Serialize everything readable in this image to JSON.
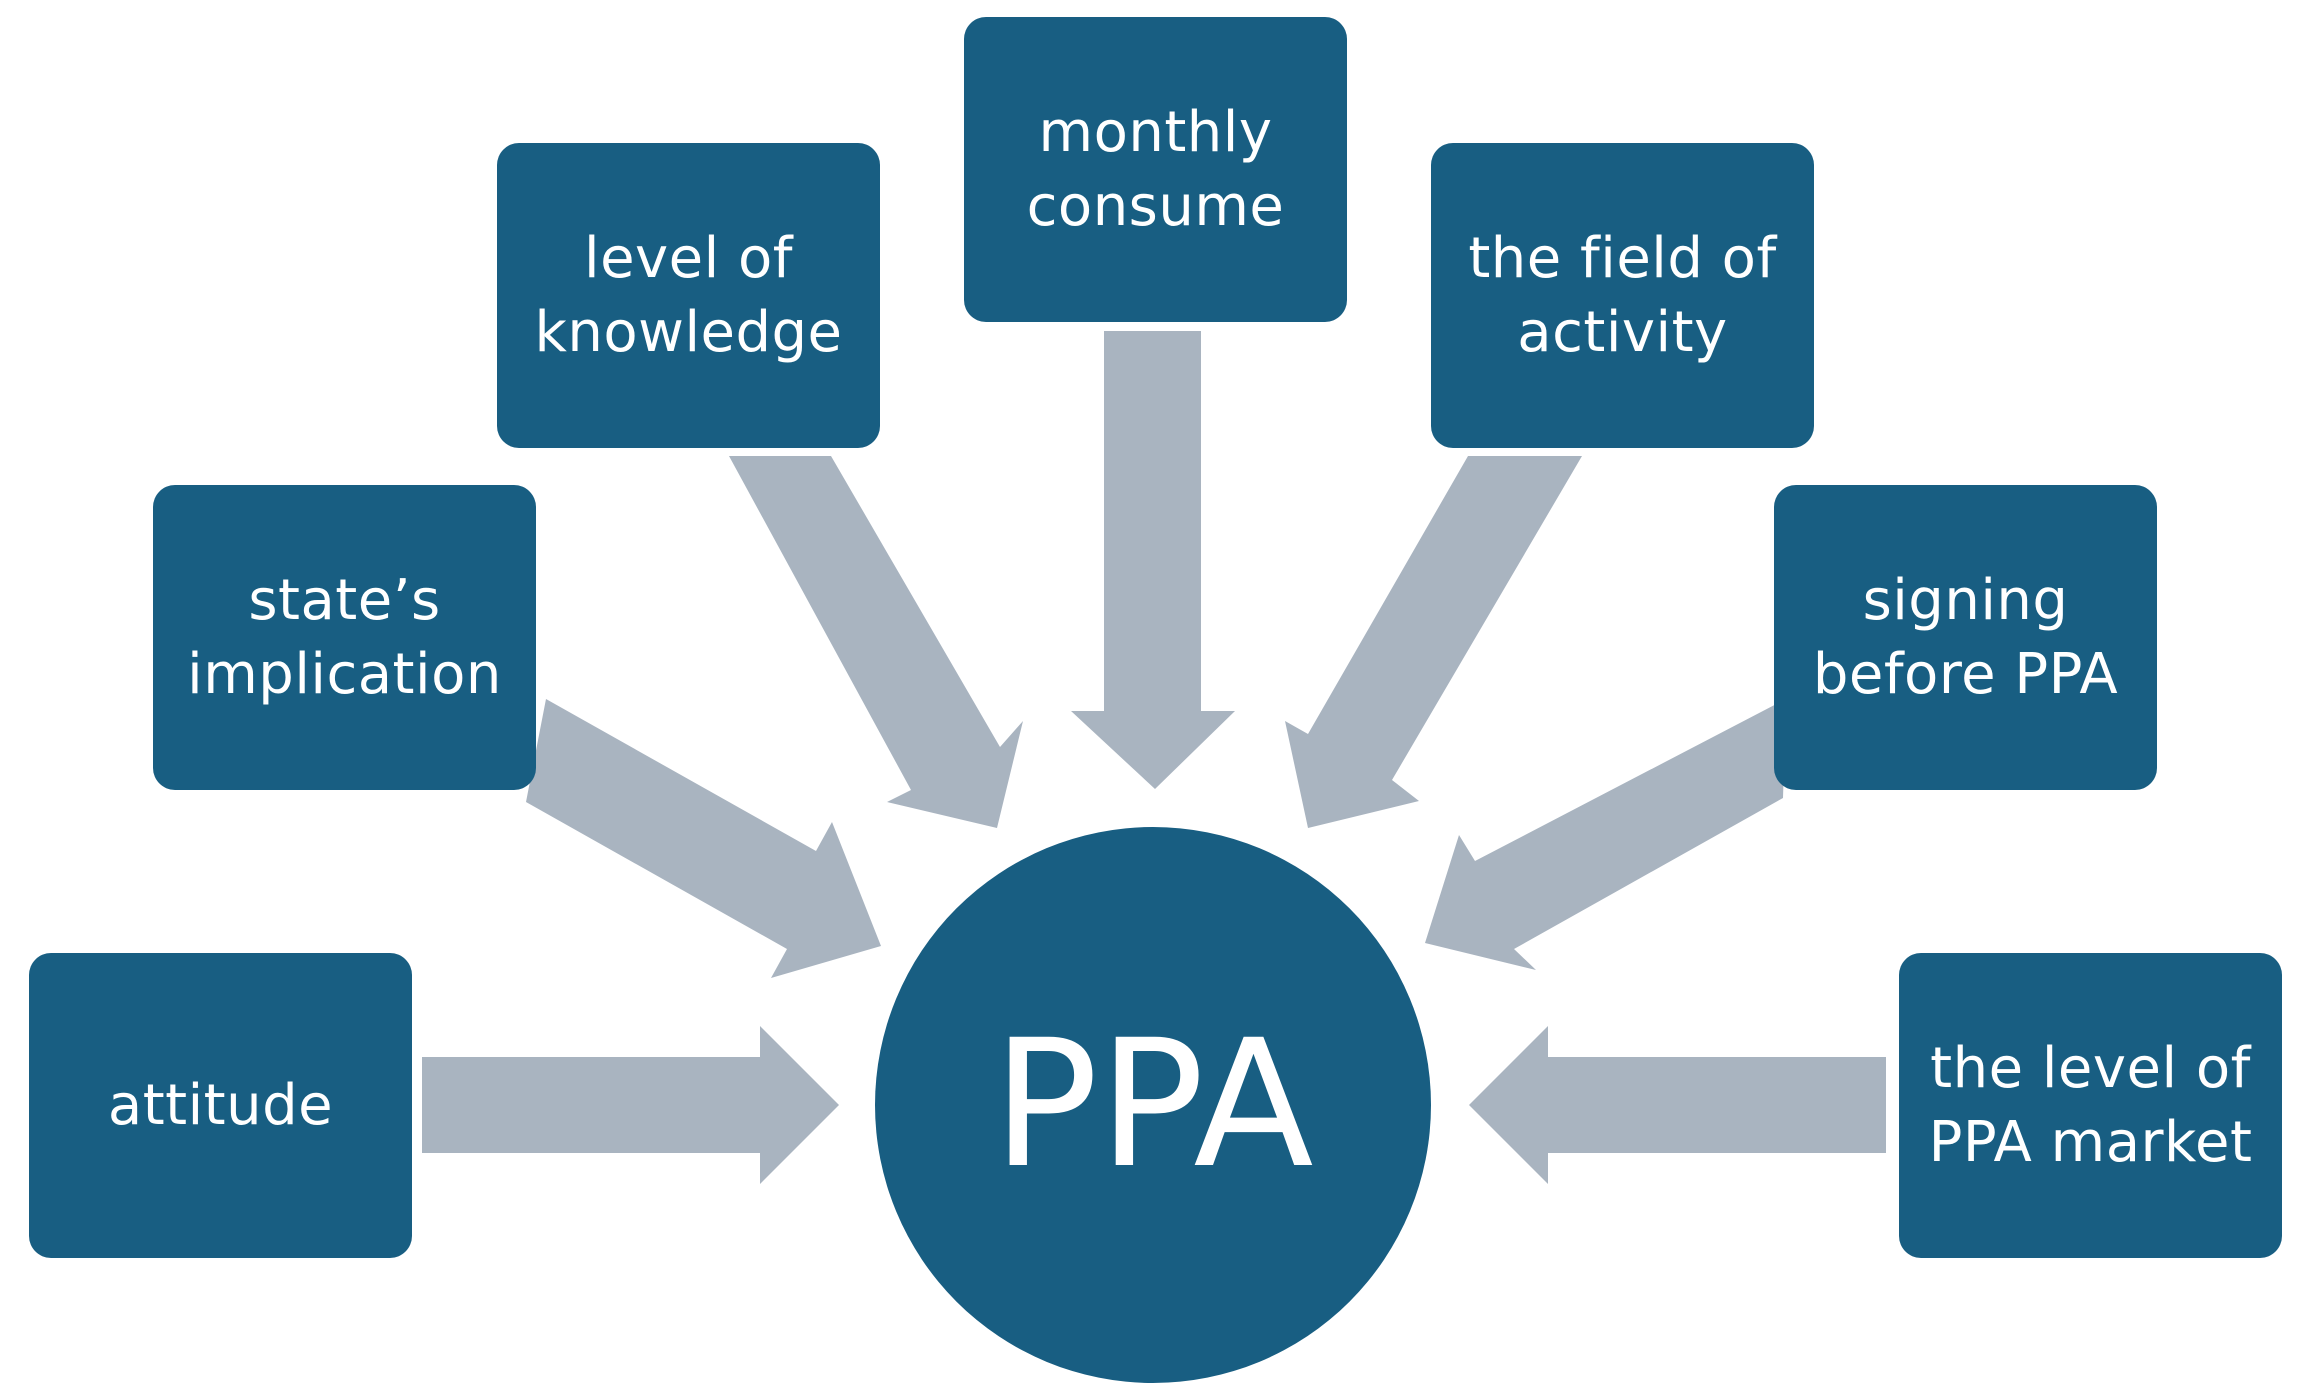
{
  "diagram": {
    "hub": {
      "label": "PPA"
    },
    "factors": [
      {
        "label": "attitude"
      },
      {
        "label": "state’s implication"
      },
      {
        "label": "level of knowledge"
      },
      {
        "label": "monthly consume"
      },
      {
        "label": "the field of activity"
      },
      {
        "label": "signing before PPA"
      },
      {
        "label": "the level of PPA market"
      }
    ],
    "colors": {
      "box_fill": "#185e82",
      "arrow_fill": "#a9b4c0",
      "text": "#ffffff",
      "background": "#ffffff"
    }
  }
}
